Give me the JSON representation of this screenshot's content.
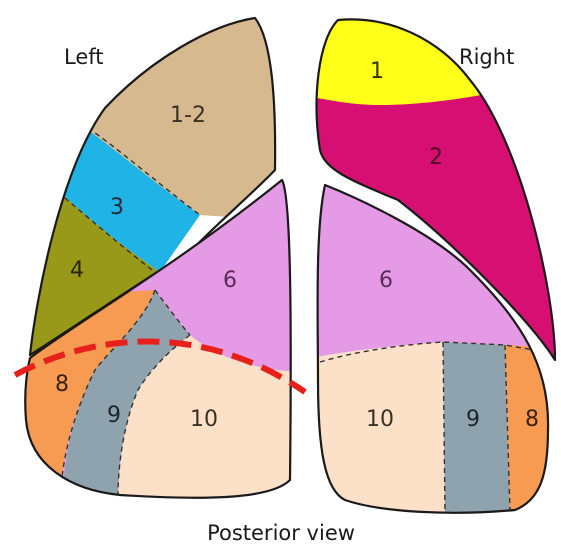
{
  "labels": {
    "left": "Left",
    "right": "Right",
    "caption": "Posterior view"
  },
  "left_lung": {
    "segments": [
      {
        "id": "1-2",
        "label": "1-2",
        "color": "#d6b98e"
      },
      {
        "id": "3",
        "label": "3",
        "color": "#20b4e6"
      },
      {
        "id": "4",
        "label": "4",
        "color": "#999919"
      },
      {
        "id": "6",
        "label": "6",
        "color": "#e59ae6"
      },
      {
        "id": "8",
        "label": "8",
        "color": "#f79a52"
      },
      {
        "id": "9",
        "label": "9",
        "color": "#8fa3ae"
      },
      {
        "id": "10",
        "label": "10",
        "color": "#fde0c8"
      }
    ]
  },
  "right_lung": {
    "segments": [
      {
        "id": "1",
        "label": "1",
        "color": "#ffff1a"
      },
      {
        "id": "2",
        "label": "2",
        "color": "#d80f72"
      },
      {
        "id": "6",
        "label": "6",
        "color": "#e59ae6"
      },
      {
        "id": "10",
        "label": "10",
        "color": "#fde0c8"
      },
      {
        "id": "9",
        "label": "9",
        "color": "#8fa3ae"
      },
      {
        "id": "8",
        "label": "8",
        "color": "#f79a52"
      }
    ]
  },
  "annotation": {
    "dashed_arc_color": "#e8201c"
  }
}
